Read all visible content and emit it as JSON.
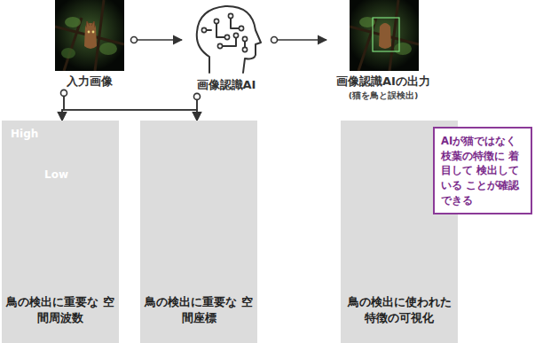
{
  "diagram": {
    "nodes": [
      {
        "text": [
          "入力画像"
        ]
      },
      {
        "text": [
          "画像認識AI"
        ]
      },
      {
        "text": [
          "画像認識AIの出力",
          "(猫を鳥と誤検出)"
        ]
      },
      {
        "text": [
          "鳥の検出に重要な 空間周波数"
        ]
      },
      {
        "text": [
          "鳥の検出に重要な 空間座標"
        ]
      },
      {
        "text": [
          "鳥の検出に使われた 特徴の可視化"
        ]
      },
      {
        "text": [
          "AIが猫ではなく 枝葉の特徴に 着目して 検出している ことが確認できる"
        ]
      }
    ],
    "edges": [
      {
        "from": 0,
        "to": 1,
        "arrow": "to"
      },
      {
        "from": 1,
        "to": 2,
        "arrow": "to"
      },
      {
        "from": 0,
        "to": 3,
        "arrow": "to"
      },
      {
        "from": 0,
        "to": 4,
        "arrow": "to"
      },
      {
        "from": 1,
        "to": 3,
        "arrow": "to"
      },
      {
        "from": 1,
        "to": 4,
        "arrow": "to"
      }
    ],
    "labels": [
      "High",
      "Low"
    ]
  }
}
